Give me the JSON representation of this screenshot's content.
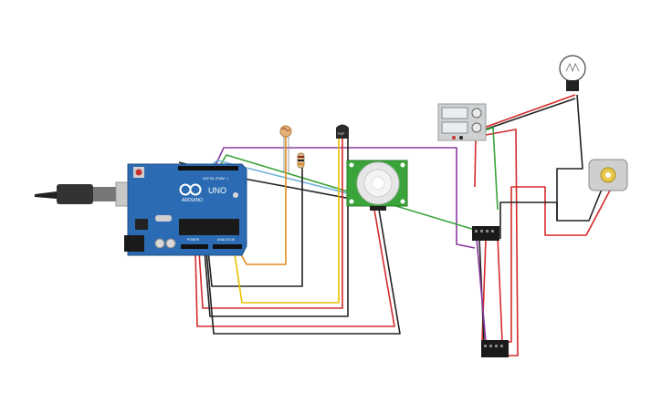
{
  "arduino": {
    "brand": "ARDUINO",
    "model": "UNO",
    "header_digital": "DIGITAL (PWM ~)",
    "header_power": "POWER",
    "header_analog": "ANALOG IN"
  },
  "pir_sensor": {
    "side_label_left": "",
    "side_label_right": ""
  },
  "relay_module_1": {
    "label": ""
  },
  "relay_module_2": {
    "label": ""
  },
  "colors": {
    "board_blue": "#2b6bb3",
    "wire_red": "#d42a2a",
    "wire_black": "#222222",
    "wire_green": "#3aa43a",
    "wire_purple": "#8a3aa0",
    "wire_lightblue": "#6fb1d6",
    "wire_orange": "#e08a1e",
    "wire_yellow": "#e8c000",
    "pir_green": "#3aa43a"
  }
}
